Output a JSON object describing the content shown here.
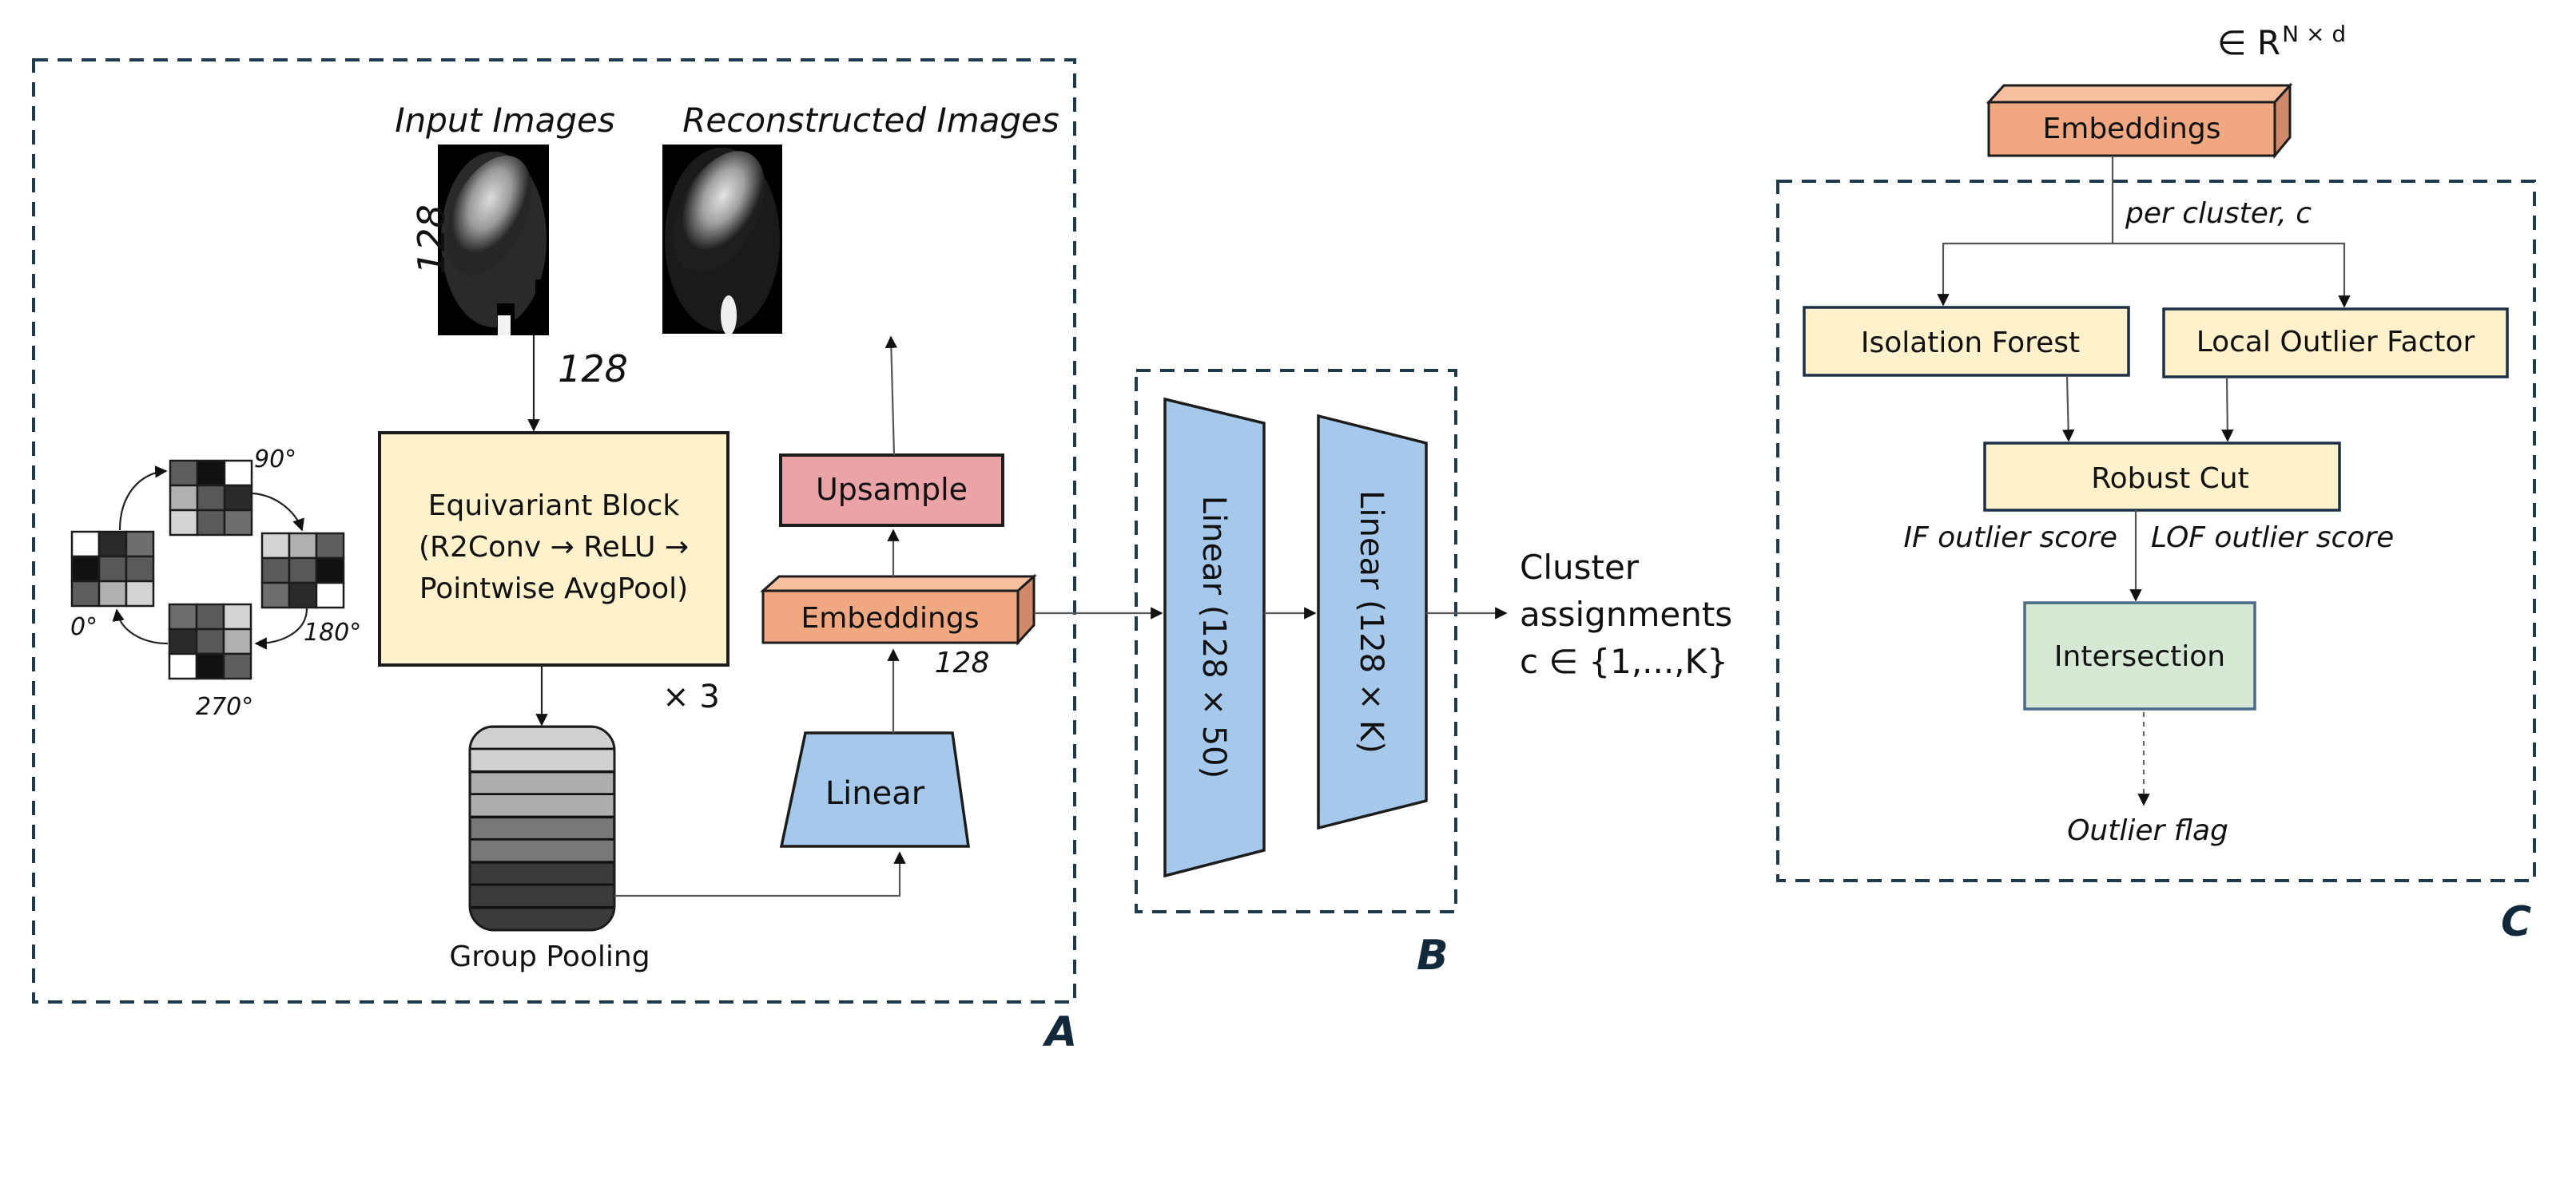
{
  "figure": {
    "panels": [
      {
        "id": "A",
        "label": "A"
      },
      {
        "id": "B",
        "label": "B"
      },
      {
        "id": "C",
        "label": "C"
      }
    ]
  },
  "panel_a": {
    "input_images_title": "Input Images",
    "reconstructed_images_title": "Reconstructed Images",
    "input_height_label": "128",
    "input_width_label": "128",
    "rotation_group": {
      "angles": [
        "0°",
        "90°",
        "180°",
        "270°"
      ]
    },
    "equivariant_block": {
      "lines": [
        "Equivariant Block",
        "(R2Conv → ReLU →",
        "Pointwise AvgPool)"
      ],
      "repeat_label": "× 3"
    },
    "group_pooling_label": "Group Pooling",
    "linear_label": "Linear",
    "embeddings_label": "Embeddings",
    "embeddings_dim_label": "128",
    "upsample_label": "Upsample"
  },
  "panel_b": {
    "linear1_label": "Linear (128 × 50)",
    "linear2_label": "Linear (128 × K)",
    "output_lines": [
      "Cluster",
      "assignments",
      "c ∈ {1,...,K}"
    ]
  },
  "panel_c": {
    "embeddings_label": "Embeddings",
    "embeddings_space_prefix": "∈ R",
    "embeddings_space_superscript": "N × d",
    "per_cluster_label": "per cluster, c",
    "isolation_forest_label": "Isolation Forest",
    "lof_label": "Local Outlier Factor",
    "robust_cut_label": "Robust Cut",
    "if_score_label": "IF outlier score",
    "lof_score_label": "LOF outlier score",
    "intersection_label": "Intersection",
    "outlier_flag_label": "Outlier flag"
  },
  "colors": {
    "frame": "#1f3a4b",
    "equivariant_fill": "#fff1cc",
    "upsample_fill": "#eaa4a7",
    "embeddings_front": "#f0a882",
    "embeddings_top": "#f6bfa0",
    "embeddings_side": "#d0896a",
    "linear_fill": "#a6c9eb",
    "outlier_box_fill": "#fff1cc",
    "intersection_fill": "#d5e8d4",
    "group_pooling_bands": [
      "#d0d0d0",
      "#d0d0d0",
      "#adadad",
      "#adadad",
      "#787878",
      "#787878",
      "#3b3b3b",
      "#3b3b3b",
      "#3b3b3b"
    ]
  }
}
